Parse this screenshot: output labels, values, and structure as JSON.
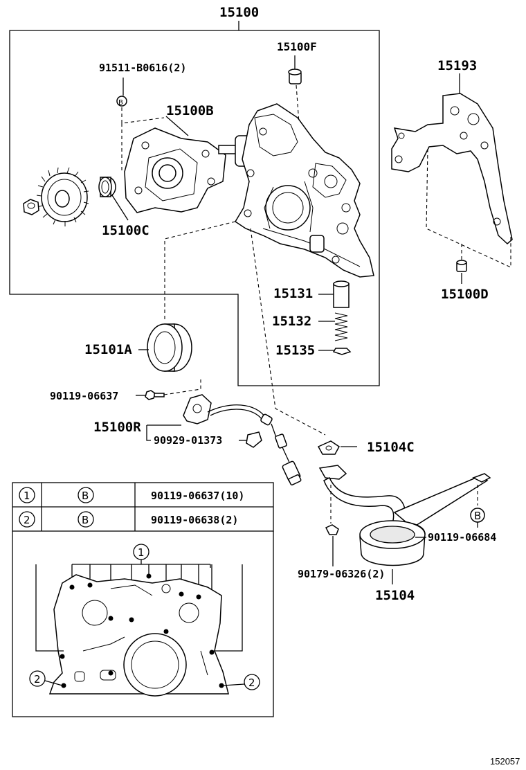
{
  "parts": {
    "p15100": "15100",
    "p15100F": "15100F",
    "p91511": "91511-B0616(2)",
    "p15100B": "15100B",
    "p15100C": "15100C",
    "p15193": "15193",
    "p15100D": "15100D",
    "p15131": "15131",
    "p15132": "15132",
    "p15135": "15135",
    "p15101A": "15101A",
    "p90119_06637": "90119-06637",
    "p15100R": "15100R",
    "p90929": "90929-01373",
    "p15104C": "15104C",
    "p90119_06684": "90119-06684",
    "p90179": "90179-06326(2)",
    "p15104": "15104"
  },
  "markers": {
    "B": "B",
    "one": "1",
    "two": "2"
  },
  "table": {
    "rows": [
      {
        "num": "1",
        "mark": "B",
        "part": "90119-06637(10)"
      },
      {
        "num": "2",
        "mark": "B",
        "part": "90119-06638(2)"
      }
    ]
  },
  "figure_id": "152057"
}
